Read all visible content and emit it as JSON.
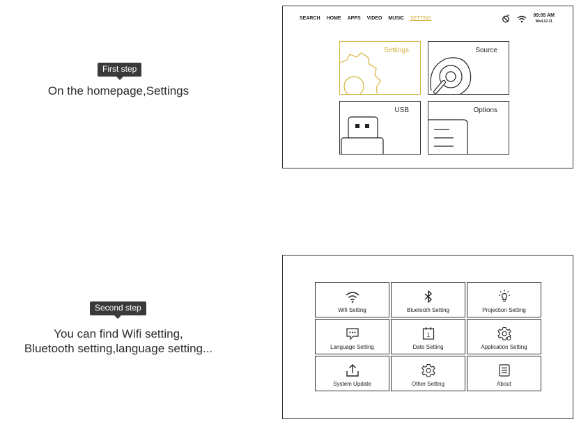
{
  "step1": {
    "badge": "First step",
    "caption": "On the homepage,Settings"
  },
  "step2": {
    "badge": "Second step",
    "caption_lines": [
      "You can find Wifi setting,",
      "Bluetooth setting,language setting..."
    ]
  },
  "home_screen": {
    "nav": [
      "SEARCH",
      "HOME",
      "APPS",
      "VIDEO",
      "MUSIC",
      "SETTING"
    ],
    "active_nav": "SETTING",
    "time": "09:05 AM",
    "date": "Wed,12.31",
    "tiles": [
      {
        "label": "Settings",
        "icon": "gear-icon",
        "selected": true
      },
      {
        "label": "Source",
        "icon": "source-icon",
        "selected": false
      },
      {
        "label": "USB",
        "icon": "usb-icon",
        "selected": false
      },
      {
        "label": "Options",
        "icon": "options-icon",
        "selected": false
      }
    ]
  },
  "settings_screen": {
    "items": [
      {
        "label": "Wifi Setting",
        "icon": "wifi-icon"
      },
      {
        "label": "Bluetooth Setting",
        "icon": "bluetooth-icon"
      },
      {
        "label": "Projection Setting",
        "icon": "projection-icon"
      },
      {
        "label": "Language Setting",
        "icon": "language-icon"
      },
      {
        "label": "Date Setting",
        "icon": "calendar-icon"
      },
      {
        "label": "Application Setting",
        "icon": "application-gear-icon"
      },
      {
        "label": "System Update",
        "icon": "upload-icon"
      },
      {
        "label": "Other Setting",
        "icon": "gear-icon"
      },
      {
        "label": "About",
        "icon": "document-icon"
      }
    ],
    "date_icon_number": "1"
  },
  "colors": {
    "accent": "#d4b23a",
    "badge": "#3a3a3a",
    "border": "#333333"
  }
}
